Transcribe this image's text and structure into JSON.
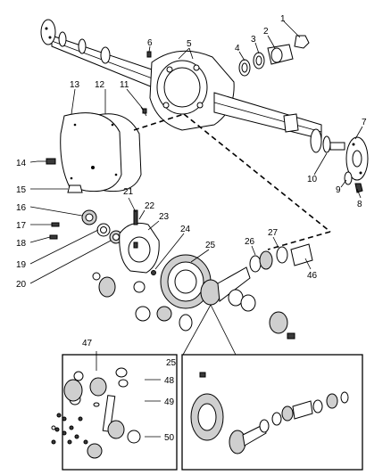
{
  "callouts": {
    "c1": "1",
    "c2": "2",
    "c3": "3",
    "c4": "4",
    "c5": "5",
    "c6": "6",
    "c7": "7",
    "c8": "8",
    "c9": "9",
    "c10": "10",
    "c11": "11",
    "c12": "12",
    "c13": "13",
    "c14": "14",
    "c15": "15",
    "c16": "16",
    "c17": "17",
    "c18": "18",
    "c19": "19",
    "c20": "20",
    "c21": "21",
    "c22": "22",
    "c23": "23",
    "c24": "24",
    "c25a": "25",
    "c25b": "25",
    "c26": "26",
    "c27": "27",
    "c46": "46",
    "c47": "47",
    "c48": "48",
    "c49": "49",
    "c50": "50"
  },
  "icons": [
    "axle-housing-icon",
    "cover-gasket-icon",
    "ring-gear-icon",
    "pinion-gear-icon",
    "bearing-icon",
    "bolt-icon"
  ]
}
